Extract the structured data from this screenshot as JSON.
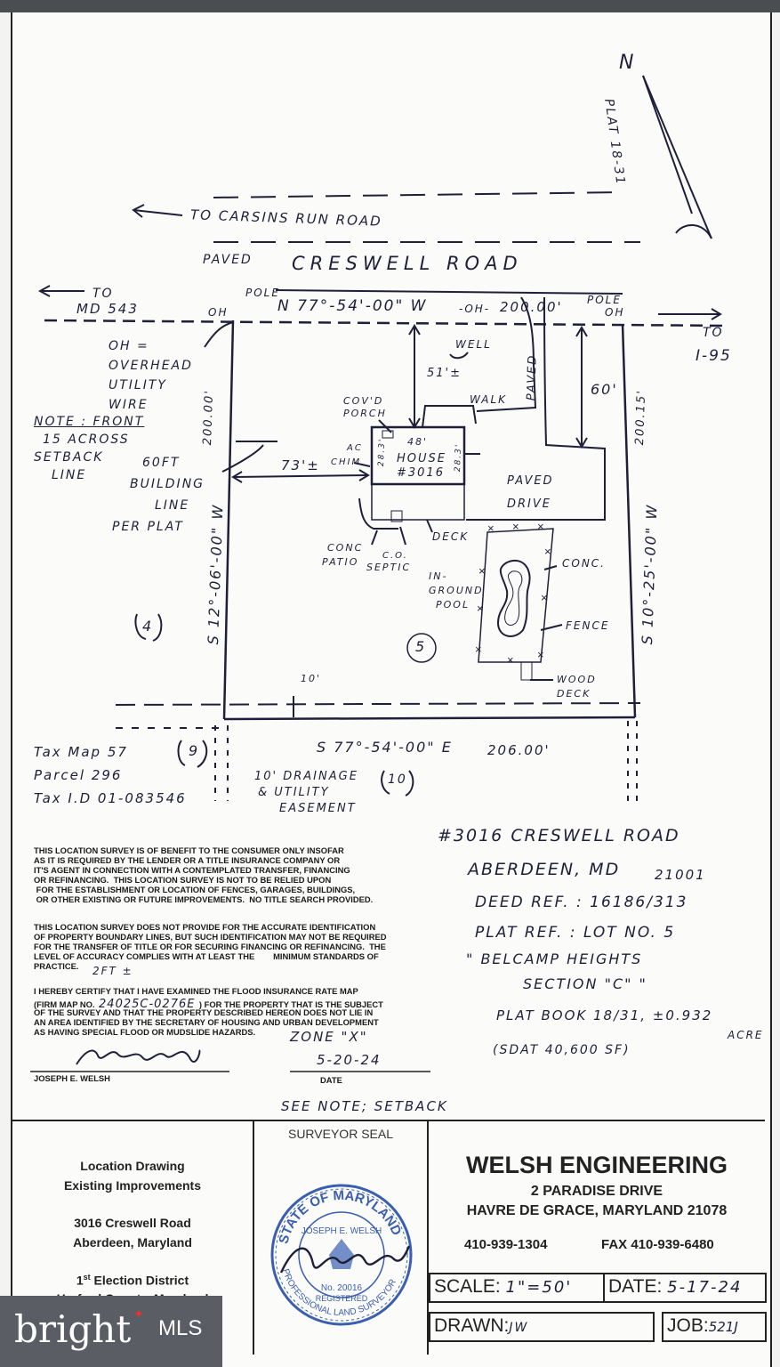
{
  "plan": {
    "north": "N",
    "plat_note": "PLAT 18-31",
    "to_carsins": "TO CARSINS RUN ROAD",
    "paved": "PAVED",
    "road_name": "CRESWELL ROAD",
    "to_md": "TO",
    "to_md2": "MD 543",
    "to_i95": "TO",
    "to_i95_2": "I-95",
    "pole_left": "POLE",
    "oh_left": "OH",
    "pole_right": "POLE",
    "oh_right": "OH",
    "front_bearing": "N 77°-54'-00\" W",
    "front_oh": "-OH-",
    "front_dist": "200.00'",
    "oh_note": [
      "OH =",
      "OVERHEAD",
      "UTILITY",
      "WIRE"
    ],
    "setback_note": [
      "NOTE : FRONT",
      "15 ACROSS",
      "SETBACK",
      "LINE"
    ],
    "building_line": [
      "60FT",
      "BUILDING",
      "LINE",
      "PER PLAT"
    ],
    "left_dist": "200.00'",
    "left_bearing": "S 12°-06'-00\" W",
    "right_dist": "200.15'",
    "right_bearing": "S 10°-25'-00\" W",
    "well": "WELL",
    "front_setback": "51'±",
    "drive_setback": "60'",
    "side_setback": "73'±",
    "cov_porch": [
      "COV'D",
      "PORCH"
    ],
    "walk": "WALK",
    "paved_vert": "PAVED",
    "ac": "AC",
    "chim": "CHIM",
    "house_w": "48'",
    "house_d1": "28.3'",
    "house_d2": "28.3'",
    "house": [
      "HOUSE",
      "#3016"
    ],
    "paved_drive": [
      "PAVED",
      "DRIVE"
    ],
    "conc_patio": [
      "CONC",
      "PATIO"
    ],
    "co_septic": [
      "C.O.",
      "SEPTIC"
    ],
    "deck": "DECK",
    "pool": [
      "IN-",
      "GROUND",
      "POOL"
    ],
    "conc": "CONC.",
    "fence": "FENCE",
    "wood_deck": [
      "WOOD",
      "DECK"
    ],
    "lot_left": "4",
    "lot_main": "5",
    "lot_rear_left": "9",
    "lot_rear_right": "10",
    "rear_setback": "10'",
    "rear_bearing": "S 77°-54'-00\" E",
    "rear_dist": "206.00'",
    "easement": [
      "10' DRAINAGE",
      "& UTILITY",
      "EASEMENT"
    ],
    "tax_map": "Tax Map   57",
    "parcel": "Parcel   296",
    "tax_id": "Tax I.D   01-083546"
  },
  "legal": {
    "p1": "THIS LOCATION SURVEY IS OF BENEFIT TO THE CONSUMER ONLY INSOFAR\nAS IT IS REQUIRED BY THE LENDER OR A TITLE INSURANCE COMPANY OR\nIT'S AGENT IN CONNECTION WITH A CONTEMPLATED TRANSFER, FINANCING\nOR REFINANCING.  THIS LOCATION SURVEY IS NOT TO BE RELIED UPON\n FOR THE ESTABLISHMENT OR LOCATION OF FENCES, GARAGES, BUILDINGS,\n OR OTHER EXISTING OR FUTURE IMPROVEMENTS.  NO TITLE SEARCH PROVIDED.",
    "p2": "THIS LOCATION SURVEY DOES NOT PROVIDE FOR THE ACCURATE IDENTIFICATION\nOF PROPERTY BOUNDARY LINES, BUT SUCH IDENTIFICATION MAY NOT BE REQUIRED\nFOR THE TRANSFER OF TITLE OR FOR SECURING FINANCING OR REFINANCING.  THE\nLEVEL OF ACCURACY COMPLIES WITH AT LEAST THE        MINIMUM STANDARDS OF\nPRACTICE.",
    "practice_hand": "2FT ±",
    "p3a": "I HEREBY CERTIFY THAT I HAVE EXAMINED THE FLOOD INSURANCE RATE MAP",
    "p3b_pre": "(FIRM MAP NO.",
    "firm_no": "24025C-0276E",
    "p3b_post": ") FOR THE PROPERTY THAT IS THE SUBJECT",
    "p3c": "OF THE SURVEY AND THAT THE PROPERTY DESCRIBED HEREON DOES NOT LIE IN\nAN AREA IDENTIFIED BY THE SECRETARY OF HOUSING AND URBAN DEVELOPMENT\nAS HAVING SPECIAL FLOOD OR MUDSLIDE HAZARDS.",
    "zone": "ZONE \"X\"",
    "sign_date": "5-20-24",
    "surveyor_name": "JOSEPH E. WELSH",
    "date_label": "DATE",
    "see_note": "SEE NOTE; SETBACK"
  },
  "info": {
    "address": "#3016 CRESWELL ROAD",
    "city": "ABERDEEN, MD",
    "zip": "21001",
    "deed": "DEED REF. : 16186/313",
    "plat": "PLAT REF. : LOT NO. 5",
    "sub": "\" BELCAMP HEIGHTS",
    "section": "SECTION \"C\"   \"",
    "plat_book": "PLAT BOOK 18/31, ±0.932",
    "acre": "ACRE",
    "sdat": "(SDAT 40,600 SF)"
  },
  "title_block": {
    "l1": "Location Drawing",
    "l2": "Existing Improvements",
    "l3": "3016 Creswell Road",
    "l4": "Aberdeen, Maryland",
    "l5_sup": "st",
    "l5_num": "1",
    "l5": "Election District",
    "l6": "Harford County, Maryland",
    "seal_label": "SURVEYOR SEAL",
    "seal_top": "STATE OF MARYLAND",
    "seal_name": "JOSEPH E. WELSH",
    "seal_no": "No. 20016",
    "seal_reg": "REGISTERED",
    "seal_bottom": "PROFESSIONAL LAND SURVEYOR",
    "firm": "WELSH ENGINEERING",
    "street": "2 PARADISE DRIVE",
    "city": "HAVRE DE GRACE, MARYLAND 21078",
    "phone": "410-939-1304",
    "fax": "FAX 410-939-6480",
    "scale_label": "SCALE:",
    "scale_val": "1\"=50'",
    "date_label": "DATE:",
    "date_val": "5-17-24",
    "drawn_label": "DRAWN:",
    "drawn_val": "JW",
    "job_label": "JOB:",
    "job_val": "521J"
  },
  "watermark": {
    "brand": "bright",
    "suffix": "MLS"
  },
  "colors": {
    "ink": "#1f1f3a",
    "seal_blue": "#3a5fb0",
    "watermark_bg": "#5a5d63",
    "brand_accent": "#e8342c"
  }
}
